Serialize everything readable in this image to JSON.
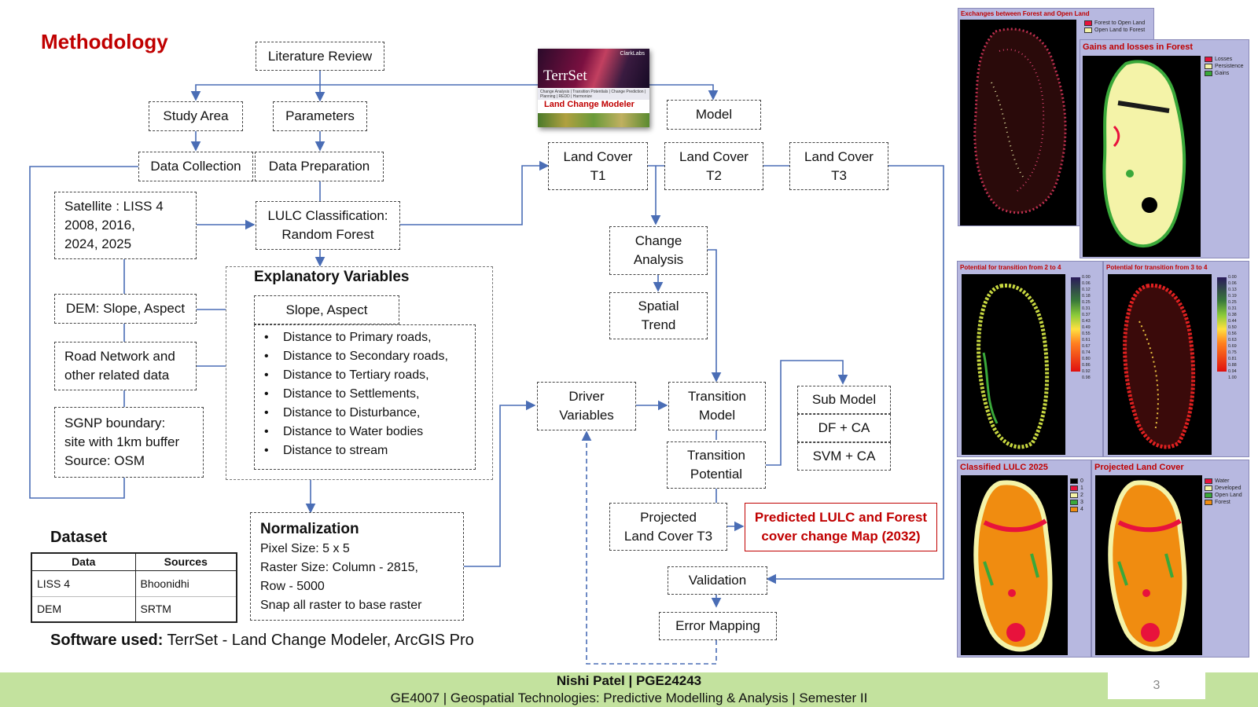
{
  "title": "Methodology",
  "nodes": {
    "literature_review": "Literature Review",
    "study_area": "Study Area",
    "parameters": "Parameters",
    "model": "Model",
    "data_collection": "Data Collection",
    "data_preparation": "Data Preparation",
    "satellite": "Satellite : LISS 4\n2008, 2016,\n2024, 2025",
    "lulc_classification": "LULC Classification:\nRandom Forest",
    "dem": "DEM: Slope, Aspect",
    "road_network": "Road Network and\nother related data",
    "sgnp": "SGNP boundary:\nsite with 1km buffer\nSource: OSM",
    "land_cover_t1": "Land Cover\nT1",
    "land_cover_t2": "Land Cover\nT2",
    "land_cover_t3": "Land Cover\nT3",
    "change_analysis": "Change\nAnalysis",
    "spatial_trend": "Spatial\nTrend",
    "driver_variables": "Driver\nVariables",
    "transition_model": "Transition\nModel",
    "transition_potential": "Transition\nPotential",
    "sub_model": "Sub Model",
    "df_ca": "DF + CA",
    "svm_ca": "SVM + CA",
    "projected_t3": "Projected\nLand Cover T3",
    "predicted": "Predicted LULC and Forest\ncover change Map (2032)",
    "validation": "Validation",
    "error_mapping": "Error Mapping"
  },
  "explanatory": {
    "title": "Explanatory Variables",
    "slope_aspect": "Slope, Aspect",
    "items": [
      "Distance to Primary roads,",
      "Distance to Secondary roads,",
      "Distance to Tertiary roads,",
      "Distance to Settlements,",
      "Distance to Disturbance,",
      "Distance to Water bodies",
      "Distance to stream"
    ]
  },
  "normalization": {
    "title": "Normalization",
    "lines": [
      "Pixel Size: 5 x 5",
      "Raster Size: Column - 2815,",
      "Row - 5000",
      "Snap all raster to base raster"
    ]
  },
  "dataset": {
    "title": "Dataset",
    "headers": [
      "Data",
      "Sources"
    ],
    "rows": [
      [
        "LISS 4",
        "Bhoonidhi"
      ],
      [
        "DEM",
        "SRTM"
      ]
    ]
  },
  "software": {
    "label": "Software used:",
    "value": " TerrSet - Land Change Modeler, ArcGIS Pro"
  },
  "terrset": {
    "name": "TerrSet",
    "logo": "ClarkLabs",
    "module": "Land Change Modeler",
    "tabs": "Change Analysis | Transition Potentials | Change Prediction | Planning | REDD | Harmonize"
  },
  "panels": {
    "exchanges": {
      "title": "Exchanges between Forest and Open Land",
      "legend": [
        "Forest to Open Land",
        "Open Land to Forest"
      ],
      "colors": [
        "#e8123c",
        "#f4f3a8"
      ]
    },
    "gains": {
      "title": "Gains and losses in Forest",
      "legend": [
        "Losses",
        "Persistence",
        "Gains"
      ],
      "colors": [
        "#e8123c",
        "#f4f3a8",
        "#3aa83a"
      ]
    },
    "potential_2_4": {
      "title": "Potential for transition from 2 to 4",
      "ticks": [
        "0.00",
        "0.06",
        "0.12",
        "0.18",
        "0.25",
        "0.31",
        "0.37",
        "0.43",
        "0.49",
        "0.55",
        "0.61",
        "0.67",
        "0.74",
        "0.80",
        "0.86",
        "0.92",
        "0.98"
      ]
    },
    "potential_3_4": {
      "title": "Potential for transition from 3 to 4",
      "ticks": [
        "0.00",
        "0.06",
        "0.13",
        "0.19",
        "0.25",
        "0.31",
        "0.38",
        "0.44",
        "0.50",
        "0.56",
        "0.63",
        "0.69",
        "0.75",
        "0.81",
        "0.88",
        "0.94",
        "1.00"
      ]
    },
    "classified": {
      "title": "Classified LULC 2025",
      "legend": [
        "0",
        "1",
        "2",
        "3",
        "4"
      ],
      "colors": [
        "#000000",
        "#e8123c",
        "#f4f3a8",
        "#3aa83a",
        "#f08c10"
      ]
    },
    "projected": {
      "title": "Projected Land Cover",
      "legend": [
        "Water",
        "Developed",
        "Open Land",
        "Forest"
      ],
      "colors": [
        "#e8123c",
        "#f4f3a8",
        "#3aa83a",
        "#f08c10"
      ]
    }
  },
  "footer": {
    "line1": "Nishi Patel | PGE24243",
    "line2": "GE4007 | Geospatial Technologies: Predictive Modelling & Analysis | Semester II",
    "page": "3",
    "bg": "#c3e29e"
  }
}
